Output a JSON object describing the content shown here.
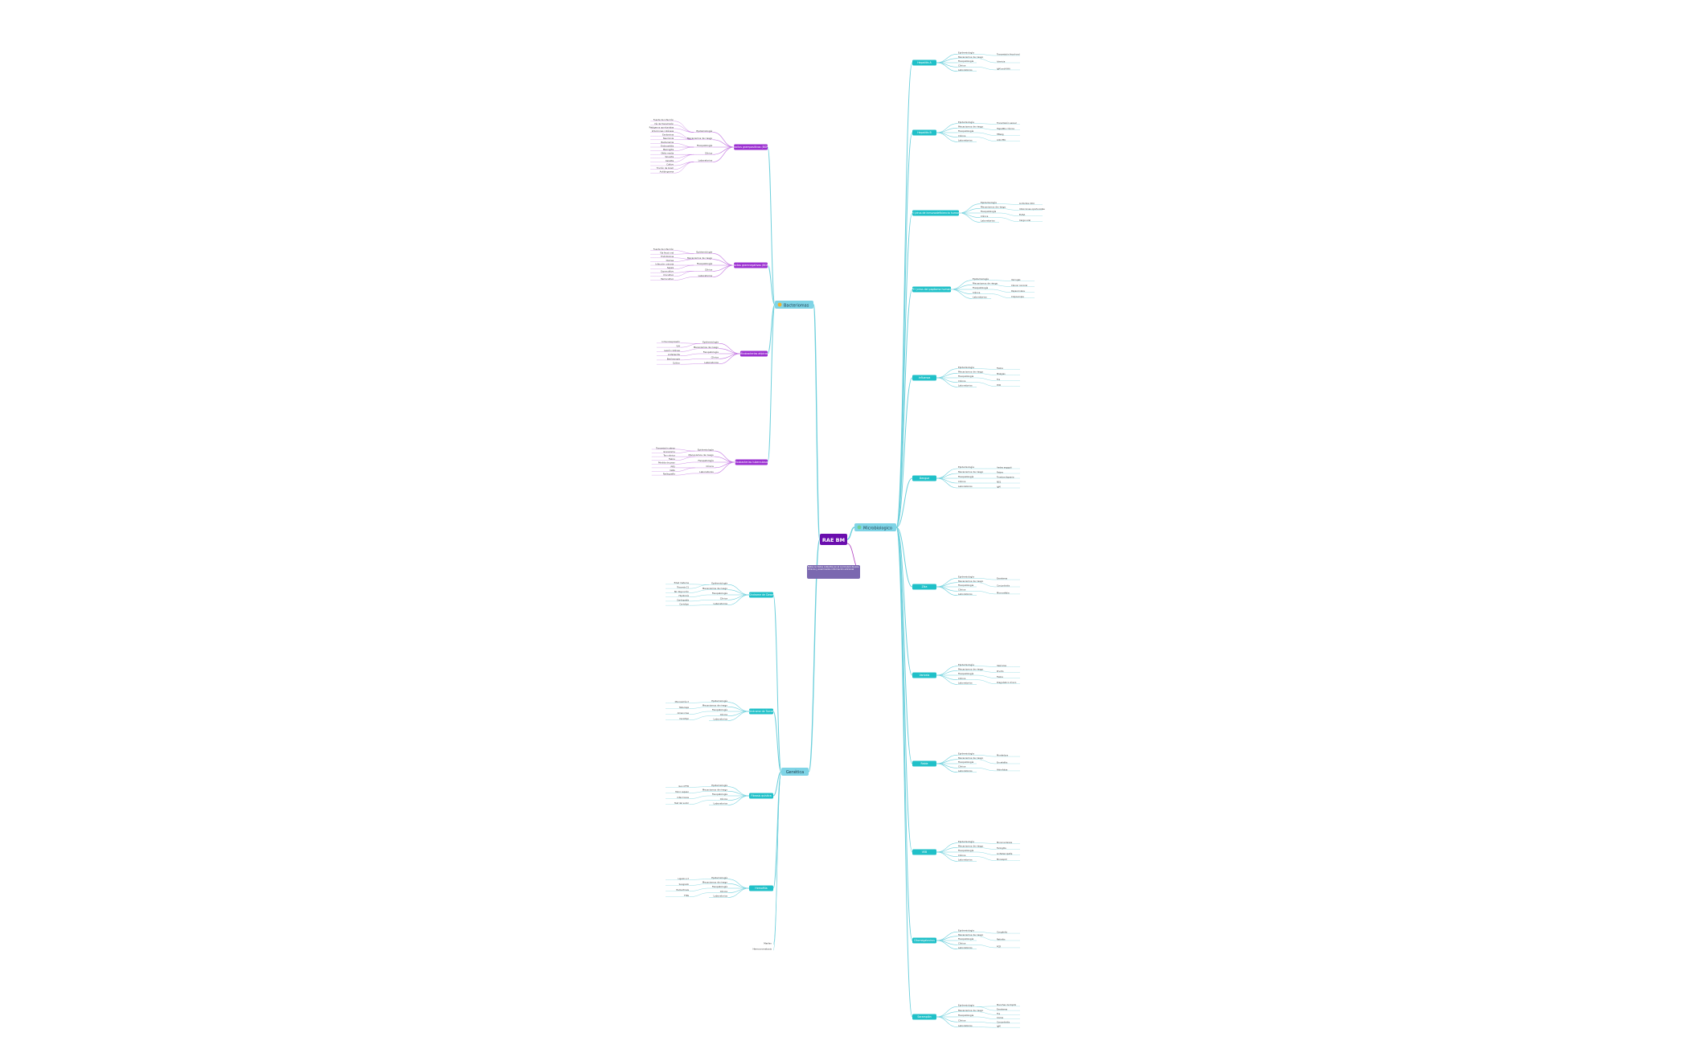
{
  "colors": {
    "root": "#6a0dad",
    "note": "#7b68b0",
    "bacteria": "#9b30d0",
    "virus": "#20c0c8",
    "virus_line": "#6fd0dc",
    "bact_line": "#c070e0",
    "pink": "#e0307a",
    "text": "#3a3a3a"
  },
  "root": {
    "label": "RAE BM"
  },
  "note": {
    "label": "Estos no todos cubiertos en el currículum de pre-clínicos y examinados información adicional"
  },
  "branches": {
    "left_top": {
      "label": "Bacteriomas",
      "icon": "bacteria-icon"
    },
    "left_bottom": {
      "label": "Genética"
    },
    "right": {
      "label": "Microbiologico",
      "icon": "virus-icon"
    }
  },
  "left_groups": [
    {
      "label": "Bacilos grampositivos (BGP)",
      "items": [
        "Epidemiología",
        "Mecanismos de riesgo",
        "Fisiopatología",
        "Clínica",
        "Laboratorios"
      ],
      "leaves": [
        "Fuente de infección",
        "Vía de transmisión",
        "Patógenos oportunistas",
        "Infecciones cutáneas",
        "Exotoxinas",
        "Neumonía",
        "Bacteriemia",
        "Endocarditis",
        "Meningitis",
        "Otitis media",
        "Sinusitis",
        "Celulitis",
        "Cultivo",
        "Tinción de Gram",
        "Antibiograma"
      ]
    },
    {
      "label": "Bacilos gramnegativos (BGN)",
      "items": [
        "Epidemiología",
        "Mecanismos de riesgo",
        "Fisiopatología",
        "Clínica",
        "Laboratorios"
      ],
      "leaves": [
        "Fuente de infección",
        "Vía fecal oral",
        "Endotoxinas",
        "Diarrea",
        "Infección urinaria",
        "Sepsis",
        "Coprocultivo",
        "Urocultivo",
        "Hemocultivo"
      ]
    },
    {
      "label": "Micobacterias atípicas",
      "items": [
        "Epidemiología",
        "Mecanismos de riesgo",
        "Fisiopatología",
        "Clínica",
        "Laboratorios"
      ],
      "leaves": [
        "Inmunosupresión",
        "VIH",
        "Lesión cutánea",
        "Linfadenitis",
        "Baciloscopia",
        "Cultivo"
      ]
    },
    {
      "label": "Micobacterias tuberculosas",
      "items": [
        "Epidemiología",
        "Mecanismos de riesgo",
        "Fisiopatología",
        "Clínica",
        "Laboratorios"
      ],
      "leaves": [
        "Transmisión aérea",
        "Granuloma",
        "Tos crónica",
        "Fiebre",
        "Pérdida de peso",
        "PPD",
        "IGRA",
        "Radiografía"
      ]
    }
  ],
  "genetic_groups": [
    {
      "label": "Síndrome de Down",
      "items": [
        "Epidemiología",
        "Mecanismos de riesgo",
        "Fisiopatología",
        "Clínica",
        "Laboratorios"
      ],
      "leaves": [
        "Edad materna",
        "Trisomía 21",
        "No disyunción",
        "Hipotonía",
        "Cardiopatía",
        "Cariotipo"
      ]
    },
    {
      "label": "Síndrome de Turner",
      "items": [
        "Epidemiología",
        "Mecanismos de riesgo",
        "Fisiopatología",
        "Clínica",
        "Laboratorios"
      ],
      "leaves": [
        "Monosomía X",
        "Talla baja",
        "Amenorrea",
        "Cariotipo"
      ]
    },
    {
      "label": "Fibrosis quística",
      "items": [
        "Epidemiología",
        "Mecanismos de riesgo",
        "Fisiopatología",
        "Clínica",
        "Laboratorios"
      ],
      "leaves": [
        "Gen CFTR",
        "Moco espeso",
        "Infecciones",
        "Test del sudor"
      ]
    },
    {
      "label": "Hemofilia",
      "items": [
        "Epidemiología",
        "Mecanismos de riesgo",
        "Fisiopatología",
        "Clínica",
        "Laboratorios"
      ],
      "leaves": [
        "Ligado a X",
        "Sangrado",
        "Hemartrosis",
        "TTPa"
      ]
    }
  ],
  "genetic_extra": [
    "Marfan",
    "Hemocromatosis"
  ],
  "right_groups": [
    {
      "label": "Hepatitis A",
      "items": [
        "Epidemiología",
        "Mecanismos de riesgo",
        "Fisiopatología",
        "Clínica",
        "Laboratorios"
      ],
      "leaves": [
        "Transmisión fecal-oral",
        "Ictericia",
        "IgM anti-VHA"
      ]
    },
    {
      "label": "Hepatitis B",
      "items": [
        "Epidemiología",
        "Mecanismos de riesgo",
        "Fisiopatología",
        "Clínica",
        "Laboratorios"
      ],
      "leaves": [
        "Transmisión sexual",
        "Hepatitis crónica",
        "HBsAg",
        "Anti-HBc"
      ]
    },
    {
      "label": "VIH (virus de inmunodeficiencia humana)",
      "items": [
        "Epidemiología",
        "Mecanismos de riesgo",
        "Fisiopatología",
        "Clínica",
        "Laboratorios"
      ],
      "leaves": [
        "Linfocitos CD4",
        "Infecciones oportunistas",
        "ELISA",
        "Carga viral"
      ]
    },
    {
      "label": "VPH (virus del papiloma humano)",
      "items": [
        "Epidemiología",
        "Mecanismos de riesgo",
        "Fisiopatología",
        "Clínica",
        "Laboratorios"
      ],
      "leaves": [
        "Verrugas",
        "Cáncer cervical",
        "Papanicolaou",
        "Colposcopia"
      ]
    },
    {
      "label": "Influenza",
      "items": [
        "Epidemiología",
        "Mecanismos de riesgo",
        "Fisiopatología",
        "Clínica",
        "Laboratorios"
      ],
      "leaves": [
        "Fiebre",
        "Mialgias",
        "Tos",
        "PCR"
      ]
    },
    {
      "label": "Dengue",
      "items": [
        "Epidemiología",
        "Mecanismos de riesgo",
        "Fisiopatología",
        "Clínica",
        "Laboratorios"
      ],
      "leaves": [
        "Aedes aegypti",
        "Fiebre",
        "Trombocitopenia",
        "NS1",
        "IgM"
      ]
    },
    {
      "label": "Zika",
      "items": [
        "Epidemiología",
        "Mecanismos de riesgo",
        "Fisiopatología",
        "Clínica",
        "Laboratorios"
      ],
      "leaves": [
        "Exantema",
        "Conjuntivitis",
        "Microcefalia"
      ]
    },
    {
      "label": "Varicela",
      "items": [
        "Epidemiología",
        "Mecanismos de riesgo",
        "Fisiopatología",
        "Clínica",
        "Laboratorios"
      ],
      "leaves": [
        "Vesículas",
        "Prurito",
        "Fiebre",
        "Diagnóstico clínico"
      ]
    },
    {
      "label": "Rabia",
      "items": [
        "Epidemiología",
        "Mecanismos de riesgo",
        "Fisiopatología",
        "Clínica",
        "Laboratorios"
      ],
      "leaves": [
        "Mordedura",
        "Encefalitis",
        "Hidrofobia"
      ]
    },
    {
      "label": "VEB",
      "items": [
        "Epidemiología",
        "Mecanismos de riesgo",
        "Fisiopatología",
        "Clínica",
        "Laboratorios"
      ],
      "leaves": [
        "Mononucleosis",
        "Faringitis",
        "Linfadenopatía",
        "Monospot"
      ]
    },
    {
      "label": "Citomegalovirus",
      "items": [
        "Epidemiología",
        "Mecanismos de riesgo",
        "Fisiopatología",
        "Clínica",
        "Laboratorios"
      ],
      "leaves": [
        "Congénito",
        "Retinitis",
        "PCR"
      ]
    },
    {
      "label": "Sarampión",
      "items": [
        "Epidemiología",
        "Mecanismos de riesgo",
        "Fisiopatología",
        "Clínica",
        "Laboratorios"
      ],
      "leaves": [
        "Manchas de Koplik",
        "Exantema",
        "Tos",
        "Coriza",
        "Conjuntivitis",
        "IgM"
      ]
    }
  ]
}
